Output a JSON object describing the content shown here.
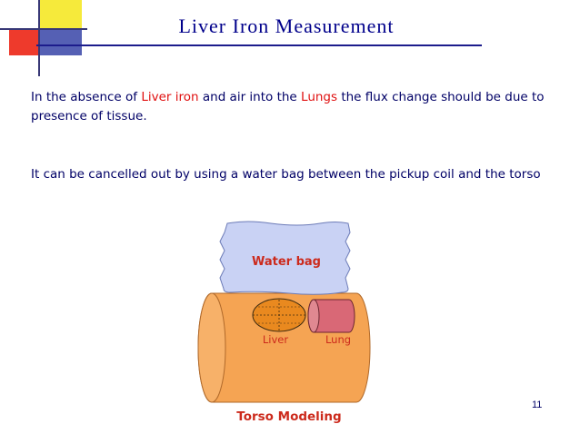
{
  "title": "Liver Iron Measurement",
  "paragraph1": {
    "part1": "In the absence of ",
    "liver_iron": "Liver iron",
    "part2": " and air into the ",
    "lungs": "Lungs",
    "part3": " the flux change should be due to presence of tissue."
  },
  "paragraph2": "It can be cancelled out by using a water bag between the pickup coil and the torso",
  "diagram": {
    "water_bag_label": "Water bag",
    "liver_label": "Liver",
    "lung_label": "Lung",
    "caption": "Torso Modeling"
  },
  "slide_number": "11",
  "colors": {
    "title": "#00008b",
    "body_text": "#000066",
    "highlight": "#e01010",
    "water_bag_fill": "#c9d2f4",
    "torso_fill": "#f5a453",
    "liver_fill": "#e9891f",
    "lung_fill": "#d96876",
    "caption": "#cc2a1c"
  }
}
